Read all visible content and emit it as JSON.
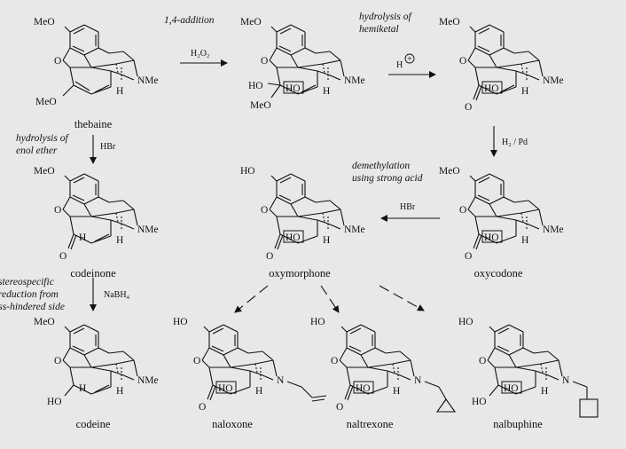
{
  "diagram": {
    "compounds": [
      {
        "id": "thebaine",
        "name": "thebaine",
        "top": "MeO",
        "c6": "MeO",
        "c14": "",
        "amine": "NMe",
        "variant": "diene"
      },
      {
        "id": "hemiketal",
        "name": "",
        "top": "MeO",
        "c6": "HO",
        "c6b": "MeO",
        "c14": "HO",
        "amine": "NMe",
        "variant": "hemiketal"
      },
      {
        "id": "enone",
        "name": "",
        "top": "MeO",
        "c6": "O",
        "c14": "HO",
        "amine": "NMe",
        "variant": "enone"
      },
      {
        "id": "codeinone",
        "name": "codeinone",
        "top": "MeO",
        "c6": "O",
        "c14": "H",
        "amine": "NMe",
        "variant": "codeinone"
      },
      {
        "id": "oxymorphone",
        "name": "oxymorphone",
        "top": "HO",
        "c6": "O",
        "c14": "HO",
        "amine": "NMe",
        "variant": "ketone"
      },
      {
        "id": "oxycodone",
        "name": "oxycodone",
        "top": "MeO",
        "c6": "O",
        "c14": "HO",
        "amine": "NMe",
        "variant": "ketone"
      },
      {
        "id": "codeine",
        "name": "codeine",
        "top": "MeO",
        "c6": "HO",
        "c14": "H",
        "amine": "NMe",
        "variant": "codeine"
      },
      {
        "id": "naloxone",
        "name": "naloxone",
        "top": "HO",
        "c6": "O",
        "c14": "HO",
        "amine": "N",
        "variant": "ketone",
        "substituent": "allyl"
      },
      {
        "id": "naltrexone",
        "name": "naltrexone",
        "top": "HO",
        "c6": "O",
        "c14": "HO",
        "amine": "N",
        "variant": "ketone",
        "substituent": "cyclopropylmethyl"
      },
      {
        "id": "nalbuphine",
        "name": "nalbuphine",
        "top": "HO",
        "c6": "HO",
        "c14": "HO",
        "amine": "N",
        "variant": "alcohol",
        "substituent": "cyclobutylmethyl"
      }
    ],
    "h_label": "H",
    "reactions": {
      "addition": {
        "title": "1,4-addition",
        "reagent": "H₂O₂"
      },
      "hemiketal": {
        "title_line1": "hydrolysis of",
        "title_line2": "hemiketal",
        "reagent": "H",
        "charge": "+"
      },
      "hydrogenation": {
        "reagent": "H₂ / Pd"
      },
      "demethylation": {
        "title_line1": "demethylation",
        "title_line2": "using strong acid",
        "reagent": "HBr"
      },
      "enol_ether": {
        "title_line1": "hydrolysis of",
        "title_line2": "enol ether",
        "reagent": "HBr"
      },
      "reduction": {
        "title_line1": "stereospecific",
        "title_line2": "reduction from",
        "title_line3": "less-hindered side",
        "reagent": "NaBH₄"
      }
    }
  }
}
